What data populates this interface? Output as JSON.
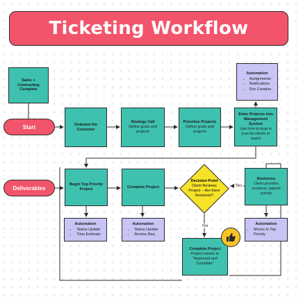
{
  "title": "Ticketing Workflow",
  "pills": {
    "start": "Start",
    "deliverables": "Deliverables"
  },
  "nodes": {
    "sales": {
      "title": "Sales + Contracting Complete"
    },
    "onboard": {
      "title": "Onboard the Customer"
    },
    "strategy": {
      "title": "Strategy Call",
      "sub": "Define goals and projects"
    },
    "prioritize": {
      "title": "Prioritize Projects",
      "sub": "Define goals and projects"
    },
    "enter": {
      "title": "Enter Projects into Management System",
      "sub": "Use form to drop in (can be clients or team)"
    },
    "automation_top": {
      "title": "Automation",
      "items": [
        "Assignments",
        "Notifications",
        "Doc Creation"
      ]
    },
    "begin": {
      "title": "Begin Top Priority Project"
    },
    "complete": {
      "title": "Complete Project"
    },
    "decision": {
      "title": "Decision Point",
      "sub": "Client Reviews Project -- Are there Revisions?"
    },
    "revisions": {
      "title": "Revisions",
      "sub": "Client provides revisions, adjusts priority"
    },
    "automation_begin": {
      "title": "Automation",
      "items": [
        "Status Update",
        "Time Estimate"
      ]
    },
    "automation_complete": {
      "title": "Automation",
      "items": [
        "Status Update",
        "Review Req."
      ]
    },
    "automation_revisions": {
      "title": "Automation",
      "items": [
        "Moves to Top Priority"
      ]
    },
    "complete_final": {
      "title": "Complete Project",
      "sub": "Project moves to \"Approved and Complete\""
    }
  },
  "edge_labels": {
    "yes": "Yes",
    "no": "No"
  },
  "colors": {
    "banner": "#f2546b",
    "teal": "#3fc1b0",
    "purple": "#c8c4f4",
    "diamond": "#f7e22a",
    "thumb": "#f7c325"
  },
  "icons": {
    "thumb": "thumbs-up-icon"
  }
}
